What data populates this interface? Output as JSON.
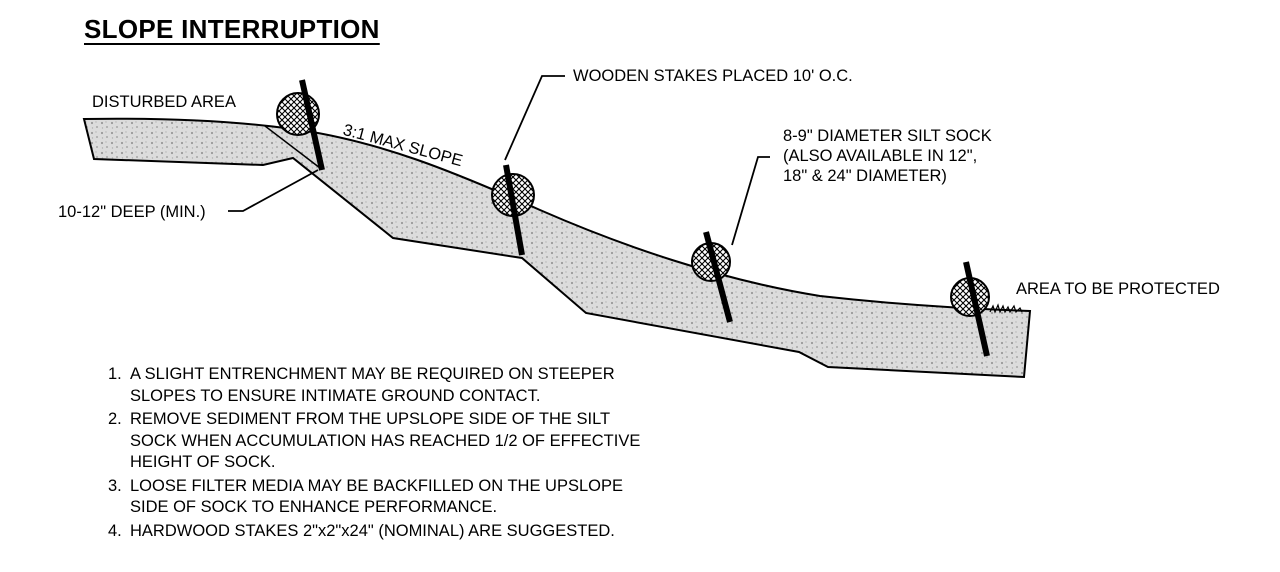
{
  "title": "SLOPE INTERRUPTION",
  "labels": {
    "disturbed_area": "DISTURBED AREA",
    "wooden_stakes": "WOODEN STAKES PLACED 10' O.C.",
    "max_slope": "3:1 MAX SLOPE",
    "silt_sock_line1": "8-9\" DIAMETER SILT SOCK",
    "silt_sock_line2": "(ALSO AVAILABLE IN 12\",",
    "silt_sock_line3": "18\" & 24\" DIAMETER)",
    "deep": "10-12\" DEEP (MIN.)",
    "protected_area": "AREA TO BE PROTECTED"
  },
  "notes": [
    {
      "num": "1.",
      "text": "A SLIGHT ENTRENCHMENT MAY BE REQUIRED ON STEEPER\nSLOPES TO ENSURE INTIMATE GROUND CONTACT."
    },
    {
      "num": "2.",
      "text": "REMOVE SEDIMENT FROM THE UPSLOPE SIDE OF THE SILT\nSOCK WHEN ACCUMULATION HAS REACHED 1/2 OF EFFECTIVE\nHEIGHT OF SOCK."
    },
    {
      "num": "3.",
      "text": "LOOSE FILTER MEDIA MAY BE BACKFILLED ON THE UPSLOPE\nSIDE OF SOCK TO ENHANCE PERFORMANCE."
    },
    {
      "num": "4.",
      "text": "HARDWOOD STAKES 2\"x2\"x24\" (NOMINAL) ARE SUGGESTED."
    }
  ],
  "colors": {
    "soil_fill": "#d9d9d9",
    "line": "#000000",
    "sock_fill": "#7a7a7a"
  }
}
